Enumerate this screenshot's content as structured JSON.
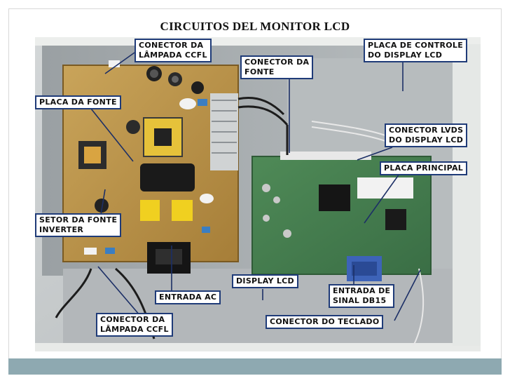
{
  "slide": {
    "title": "CIRCUITOS DEL MONITOR LCD"
  },
  "labels": {
    "conector_lampada_top": {
      "line1": "CONECTOR DA",
      "line2": "LÂMPADA CCFL"
    },
    "conector_fonte": {
      "line1": "CONECTOR DA",
      "line2": "FONTE"
    },
    "placa_controle": {
      "line1": "PLACA DE CONTROLE",
      "line2": "DO DISPLAY LCD"
    },
    "placa_fonte": {
      "line1": "PLACA DA FONTE"
    },
    "conector_lvds": {
      "line1": "CONECTOR LVDS",
      "line2": "DO DISPLAY LCD"
    },
    "placa_principal": {
      "line1": "PLACA PRINCIPAL"
    },
    "setor_fonte": {
      "line1": "SETOR DA FONTE",
      "line2": "INVERTER"
    },
    "display_lcd": {
      "line1": "DISPLAY LCD"
    },
    "entrada_ac": {
      "line1": "ENTRADA AC"
    },
    "entrada_sinal": {
      "line1": "ENTRADA DE",
      "line2": "SINAL DB15"
    },
    "conector_lampada_bottom": {
      "line1": "CONECTOR DA",
      "line2": "LÂMPADA CCFL"
    },
    "conector_teclado": {
      "line1": "CONECTOR DO TECLADO"
    }
  },
  "colors": {
    "label_border": "#1f3b78",
    "leader_line": "#1c2f66",
    "footer_bar": "#8ea9b1"
  }
}
